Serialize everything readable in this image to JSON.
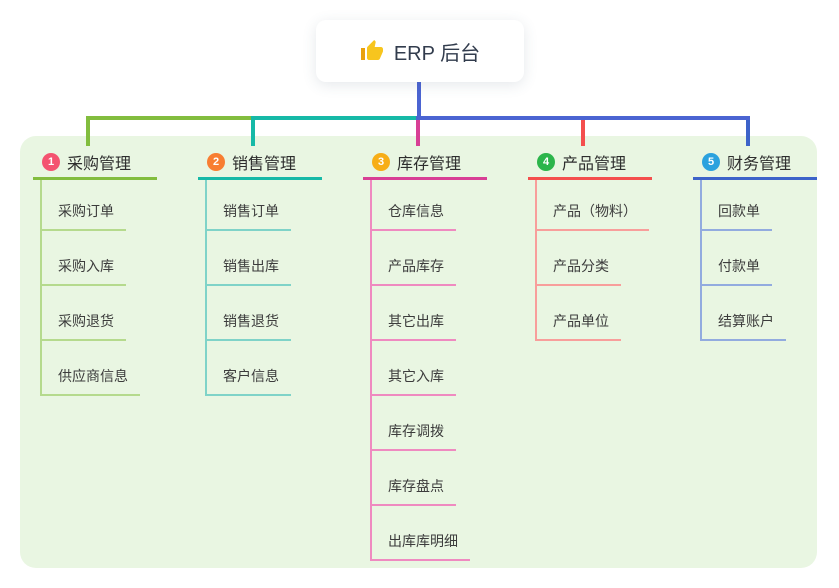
{
  "root": {
    "title": "ERP 后台",
    "icon": "thumbs-up"
  },
  "branches": [
    {
      "badge": "1",
      "label": "采购管理",
      "badge_color": "#f45370",
      "line_color": "#82bd3e",
      "child_line_color": "#b5da8d",
      "children": [
        "采购订单",
        "采购入库",
        "采购退货",
        "供应商信息"
      ]
    },
    {
      "badge": "2",
      "label": "销售管理",
      "badge_color": "#f87e32",
      "line_color": "#16b9a7",
      "child_line_color": "#7fd3c8",
      "children": [
        "销售订单",
        "销售出库",
        "销售退货",
        "客户信息"
      ]
    },
    {
      "badge": "3",
      "label": "库存管理",
      "badge_color": "#f7ae17",
      "line_color": "#d83f95",
      "child_line_color": "#ef8ac0",
      "children": [
        "仓库信息",
        "产品库存",
        "其它出库",
        "其它入库",
        "库存调拨",
        "库存盘点",
        "出库库明细"
      ]
    },
    {
      "badge": "4",
      "label": "产品管理",
      "badge_color": "#2cb54b",
      "line_color": "#f44f4d",
      "child_line_color": "#f89e9b",
      "children": [
        "产品（物料）",
        "产品分类",
        "产品单位"
      ]
    },
    {
      "badge": "5",
      "label": "财务管理",
      "badge_color": "#2ba2de",
      "line_color": "#3d63c9",
      "child_line_color": "#92abdf",
      "children": [
        "回款单",
        "付款单",
        "结算账户"
      ]
    }
  ],
  "colors": {
    "panel_bg": "#e9f6e2",
    "bus_blue": "#4b64d2",
    "root_text": "#323c4d",
    "title_text": "#2d2d2d",
    "child_text": "#3c3c3c",
    "thumb_main": "#f7c51e",
    "thumb_sleeve": "#e9a10e"
  }
}
